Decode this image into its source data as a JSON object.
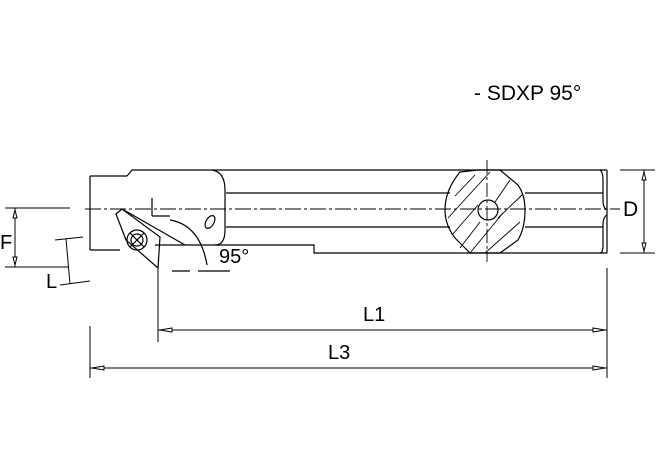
{
  "drawing": {
    "title": "- SDXP 95°",
    "tool_type": "boring bar with rhombic insert holder",
    "dimensions": {
      "D": "D",
      "F": "F",
      "L": "L",
      "L1": "L1",
      "L3": "L3",
      "approach_angle": "95°"
    },
    "colors": {
      "line": "#000000",
      "background": "#ffffff"
    }
  }
}
